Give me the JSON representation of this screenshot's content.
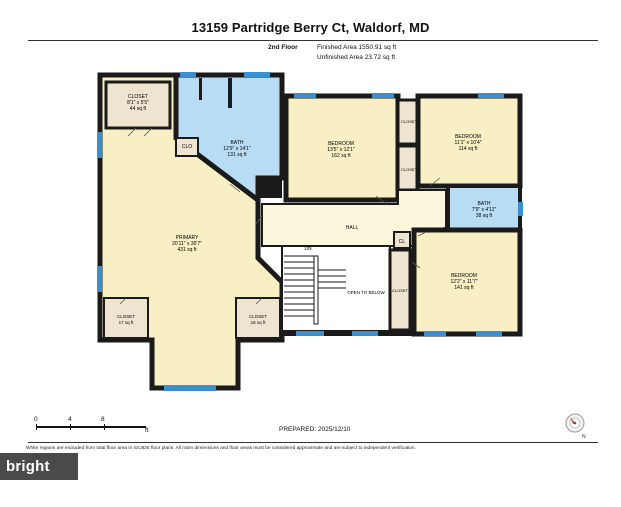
{
  "title": "13159 Partridge Berry Ct, Waldorf, MD",
  "floor": {
    "name": "2nd Floor",
    "finished_area": "Finished Area 1550.91 sq ft",
    "unfinished_area": "Unfinished Area 23.72 sq ft"
  },
  "rooms": {
    "closet_top": {
      "name": "CLOSET",
      "dims": "8'1\" x 5'5\"",
      "area": "44 sq ft"
    },
    "bath_main": {
      "name": "BATH",
      "dims": "12'9\" x 14'1\"",
      "area": "131 sq ft"
    },
    "clo": {
      "name": "CLO"
    },
    "bedroom_center": {
      "name": "BEDROOM",
      "dims": "13'5\" x 12'1\"",
      "area": "162 sq ft"
    },
    "closet_mid_upper": {
      "name": "CLOSET"
    },
    "closet_mid_lower": {
      "name": "CLOSET"
    },
    "bedroom_right": {
      "name": "BEDROOM",
      "dims": "11'1\" x 10'4\"",
      "area": "114 sq ft"
    },
    "bath_small": {
      "name": "BATH",
      "dims": "7'9\" x 4'11\"",
      "area": "38 sq ft"
    },
    "hall": {
      "name": "HALL"
    },
    "cl": {
      "name": "CL"
    },
    "dn": {
      "name": "DN"
    },
    "open_below": {
      "name": "OPEN TO BELOW"
    },
    "primary": {
      "name": "PRIMARY",
      "dims": "20'11\" x 30'7\"",
      "area": "431 sq ft"
    },
    "closet_left": {
      "name": "CLOSET",
      "area": "17 sq ft"
    },
    "closet_right": {
      "name": "CLOSET",
      "area": "16 sq ft"
    },
    "closet_bed3": {
      "name": "CLOSET"
    },
    "bedroom_lower": {
      "name": "BEDROOM",
      "dims": "12'2\" x 11'7\"",
      "area": "141 sq ft"
    }
  },
  "scale": {
    "ticks": [
      "0",
      "4",
      "8"
    ],
    "unit": "ft"
  },
  "prepared": "PREPARED: 2025/12/10",
  "footnote": "White regions are excluded from total floor area in iGUIDE floor plans. All room dimensions and floor areas must be considered approximate and are subject to independent verification.",
  "watermark": "bright MLS",
  "compass": {
    "label": "N"
  },
  "colors": {
    "room_fill": "#f8efc4",
    "bath_fill": "#b7dcf3",
    "closet_fill": "#eee4d0",
    "hall_fill": "#fbf6dc",
    "wall": "#1a1a1a",
    "window": "#3b8fcf"
  }
}
